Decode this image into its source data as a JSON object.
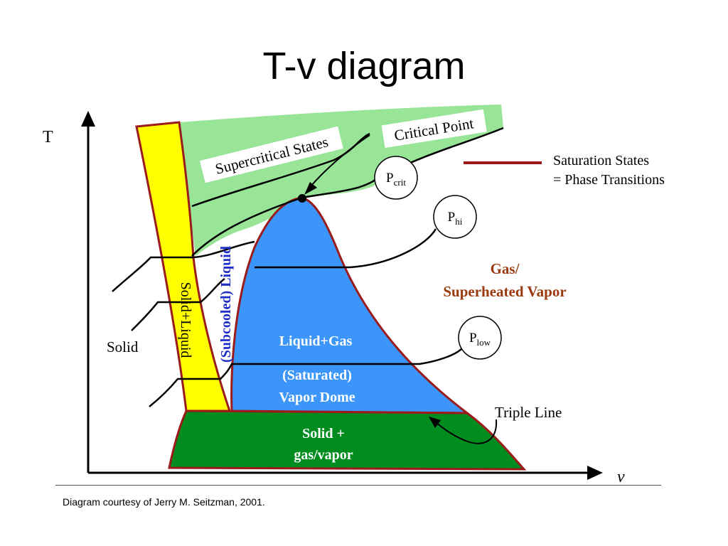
{
  "title": "T-v diagram",
  "axes": {
    "y_label": "T",
    "x_label": "v"
  },
  "regions": {
    "supercritical": "Supercritical States",
    "critical_point": "Critical Point",
    "liquid": "(Subcooled) Liquid",
    "solid_liquid": "Solid+Liquid",
    "solid": "Solid",
    "liquid_gas": "Liquid+Gas",
    "vapor_dome_line1": "(Saturated)",
    "vapor_dome_line2": "Vapor Dome",
    "gas_line1": "Gas/",
    "gas_line2": "Superheated Vapor",
    "solid_gas_line1": "Solid +",
    "solid_gas_line2": "gas/vapor",
    "triple_line": "Triple Line"
  },
  "pressures": {
    "crit": {
      "main": "P",
      "sub": "crit"
    },
    "hi": {
      "main": "P",
      "sub": "hi"
    },
    "low": {
      "main": "P",
      "sub": "low"
    }
  },
  "legend": {
    "line1": "Saturation States",
    "line2": "= Phase Transitions"
  },
  "colors": {
    "supercritical": "#98e598",
    "solid_liquid": "#ffff00",
    "vapor_dome": "#3c96fa",
    "solid_gas": "#008c1e",
    "saturation_line": "#9b1b1b",
    "gas_text": "#9b3a0e",
    "liquid_text": "#1e2ec8"
  },
  "caption": "Diagram courtesy of Jerry M. Seitzman, 2001."
}
